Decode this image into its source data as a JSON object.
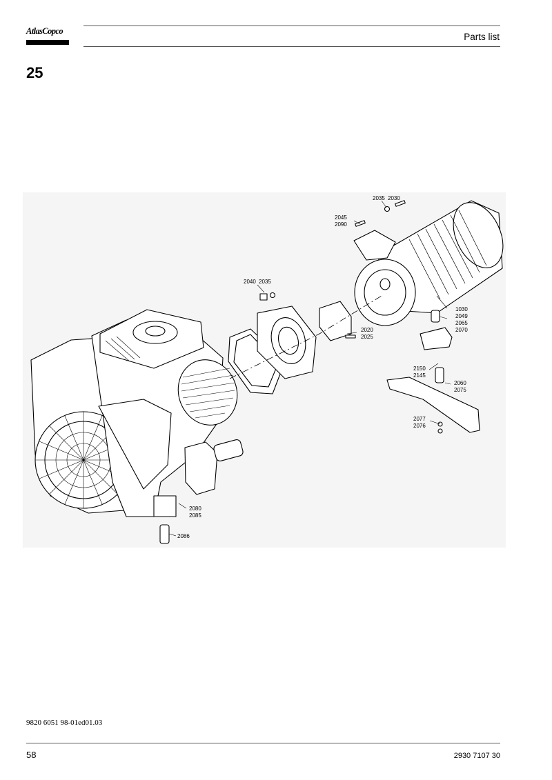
{
  "header": {
    "brand": "AtlasCopco",
    "section_label": "Parts list"
  },
  "page_title": "25",
  "drawing": {
    "labels": {
      "p2035a": "2035",
      "p2030": "2030",
      "p2045": "2045",
      "p2090": "2090",
      "p2040": "2040",
      "p2035b": "2035",
      "p1030": "1030",
      "p2049": "2049",
      "p2065": "2065",
      "p2070": "2070",
      "p2020": "2020",
      "p2025": "2025",
      "p2150": "2150",
      "p2145": "2145",
      "p2060": "2060",
      "p2075": "2075",
      "p2077": "2077",
      "p2076": "2076",
      "p2080": "2080",
      "p2085": "2085",
      "p2086": "2086"
    }
  },
  "footer": {
    "doc_code": "9820 6051 98-01ed01.03",
    "page_number": "58",
    "doc_number": "2930 7107 30"
  }
}
